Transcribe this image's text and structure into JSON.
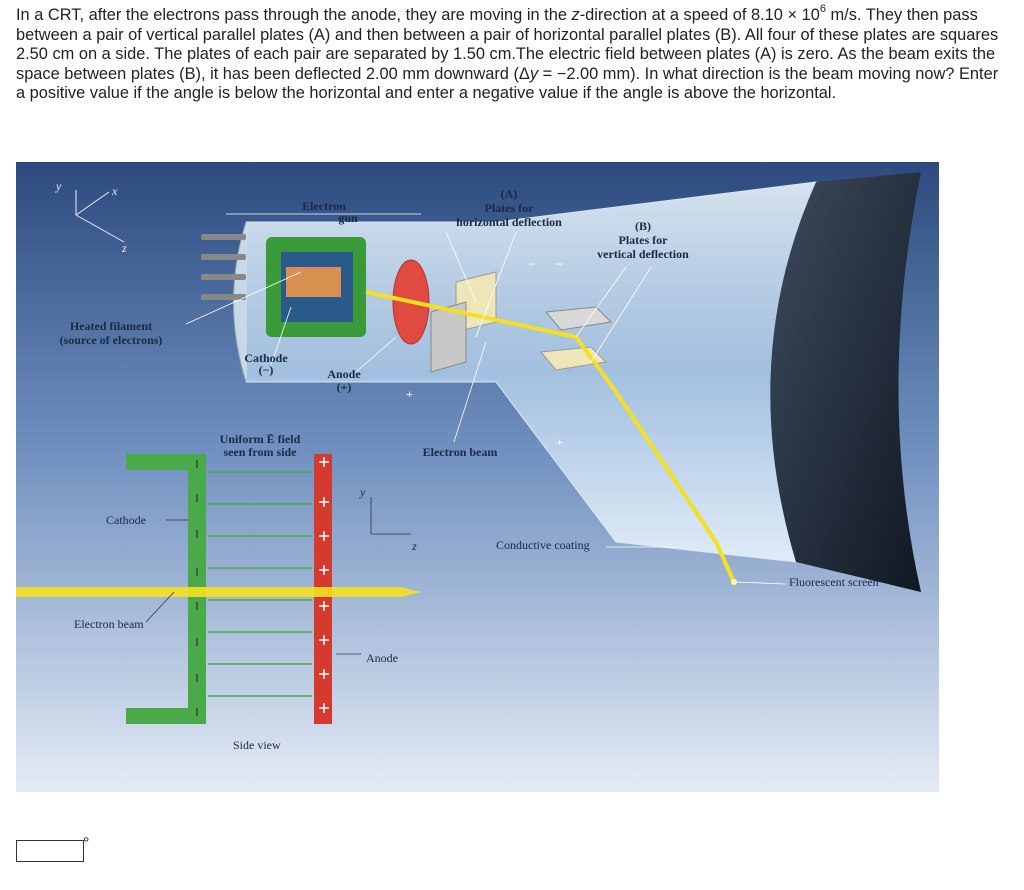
{
  "question": {
    "text_before_exp": "In a CRT, after the electrons pass through the anode, they are moving in the ",
    "z_symbol": "z",
    "text_mid": "-direction at a speed of 8.10 × 10",
    "exponent": "6",
    "text_after": " m/s. They then pass between a pair of vertical parallel plates (A) and then between a pair of horizontal parallel plates (B). All four of these plates are squares 2.50 cm on a side. The plates of each pair are separated by 1.50 cm.The electric field between plates (A) is zero. As the beam exits the space between plates (B), it has been deflected 2.00 mm downward (Δ",
    "y_symbol": "y",
    "text_end": " = −2.00 mm). In what direction is the beam moving now? Enter a positive value if the angle is below the horizontal and enter a negative value if the angle is above the horizontal."
  },
  "figure": {
    "axis_y": "y",
    "axis_x": "x",
    "axis_z": "z",
    "electron_gun": [
      "Electron",
      "gun"
    ],
    "plates_a": [
      "(A)",
      "Plates for",
      "horizontal deflection"
    ],
    "plates_b": [
      "(B)",
      "Plates for",
      "vertical deflection"
    ],
    "heated_filament": [
      "Heated filament",
      "(source of electrons)"
    ],
    "cathode_top": [
      "Cathode",
      "(−)"
    ],
    "anode_top": [
      "Anode",
      "(+)"
    ],
    "plus": "+",
    "minus": "−",
    "uniform_field": [
      "Uniform Ē field",
      "seen from side"
    ],
    "electron_beam_top": "Electron beam",
    "cathode_side": "Cathode",
    "electron_beam_side": "Electron beam",
    "anode_side": "Anode",
    "side_view": "Side view",
    "conductive_coating": "Conductive coating",
    "fluorescent_screen": "Fluorescent screen",
    "inset_y": "y",
    "inset_z": "z"
  },
  "answer": {
    "value": "",
    "unit": "°"
  }
}
